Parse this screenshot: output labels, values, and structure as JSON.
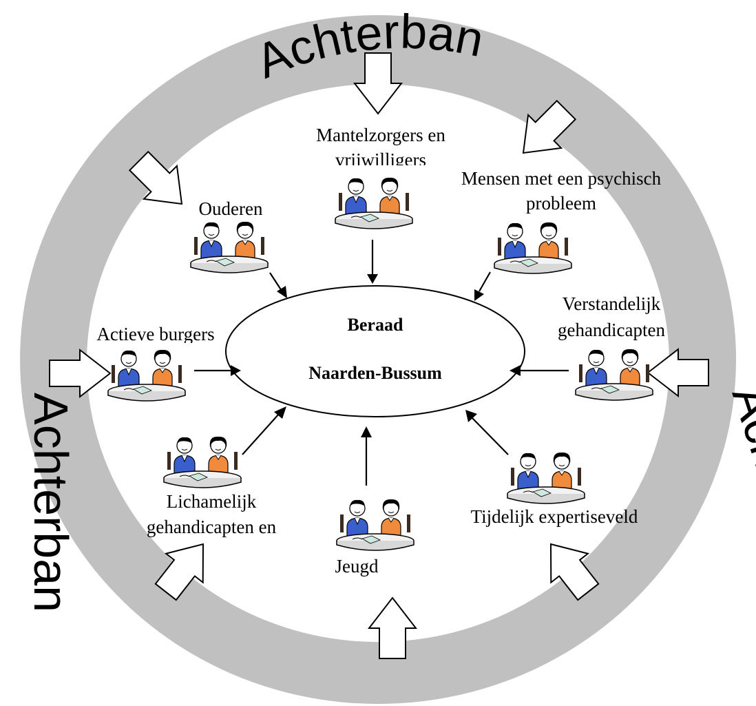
{
  "ring_labels": [
    "Achterban",
    "Achterban",
    "Achterban"
  ],
  "center": {
    "line1": "Beraad",
    "line2": "Naarden-Bussum"
  },
  "groups": [
    {
      "lines": [
        "Mantelzorgers en",
        "vrijwilligers"
      ]
    },
    {
      "lines": [
        "Ouderen"
      ]
    },
    {
      "lines": [
        "Mensen met een psychisch",
        "probleem"
      ]
    },
    {
      "lines": [
        "Actieve burgers"
      ]
    },
    {
      "lines": [
        "Verstandelijk",
        "gehandicapten"
      ]
    },
    {
      "lines": [
        "Lichamelijk",
        "gehandicapten en"
      ]
    },
    {
      "lines": [
        "Jeugd"
      ]
    },
    {
      "lines": [
        "Tijdelijk expertiseveld"
      ]
    }
  ],
  "colors": {
    "ring": "#c0c0c0",
    "shirt_blue": "#3a5fcd",
    "shirt_orange": "#f08a3c",
    "table_top": "#f2f2f2",
    "chair": "#3b2a20"
  },
  "icons": [
    "meeting-table-icon",
    "block-arrow-icon"
  ]
}
